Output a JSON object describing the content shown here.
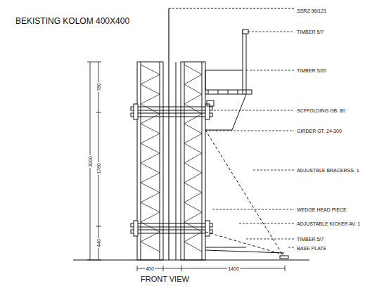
{
  "diagram": {
    "title": "BEKISTING KOLOM 400X400",
    "caption": "FRONT VIEW",
    "labels": [
      "SSRZ 96/121",
      "TIMBER 5/7",
      "TIMBER 5/20",
      "SCFFOLDING GB. 80",
      "GIRDER GT. 24-300",
      "ADJUSTBLE BRACERSS. 1",
      "WEDGE HEAD PIECE",
      "ADJUSTABLE KICKER AV. 1",
      "TIMBER 5/7",
      "BASE PLATE",
      "3000",
      "780",
      "1780",
      "440",
      "400",
      "1400"
    ]
  }
}
